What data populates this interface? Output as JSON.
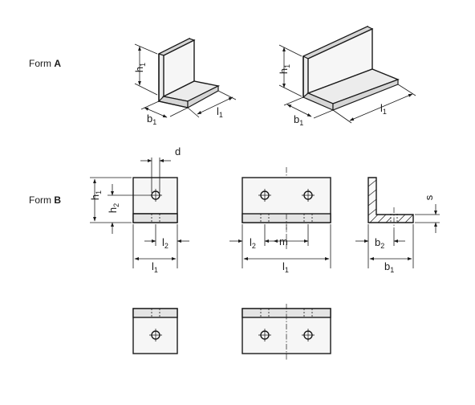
{
  "form_a": {
    "prefix": "Form ",
    "letter": "A"
  },
  "form_b": {
    "prefix": "Form ",
    "letter": "B"
  },
  "dims": {
    "h": "h",
    "b": "b",
    "l": "l",
    "d": "d",
    "m": "m",
    "s": "s",
    "sub1": "1",
    "sub2": "2"
  }
}
